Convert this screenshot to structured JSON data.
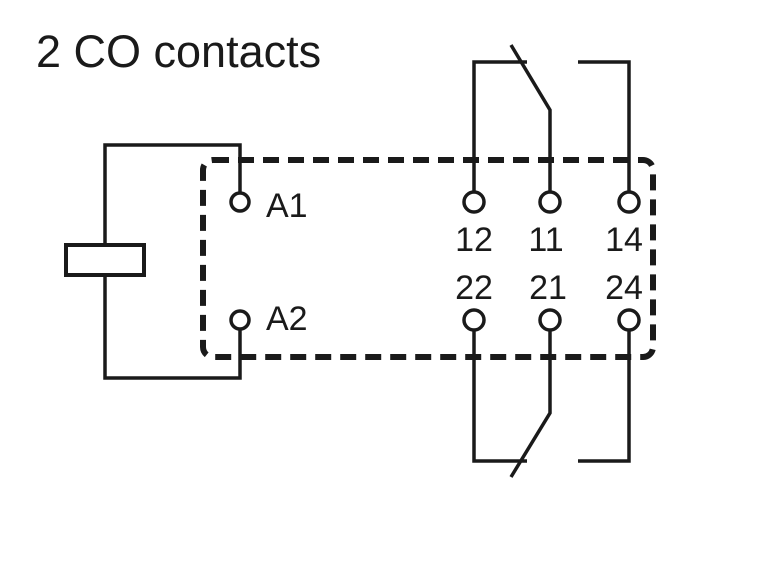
{
  "title": "2 CO contacts",
  "coil": {
    "terminals": [
      "A1",
      "A2"
    ]
  },
  "contacts": {
    "upper_row_labels": [
      "12",
      "11",
      "14"
    ],
    "lower_row_labels": [
      "22",
      "21",
      "24"
    ]
  },
  "colors": {
    "line": "#1a1a1a",
    "background": "#ffffff"
  }
}
